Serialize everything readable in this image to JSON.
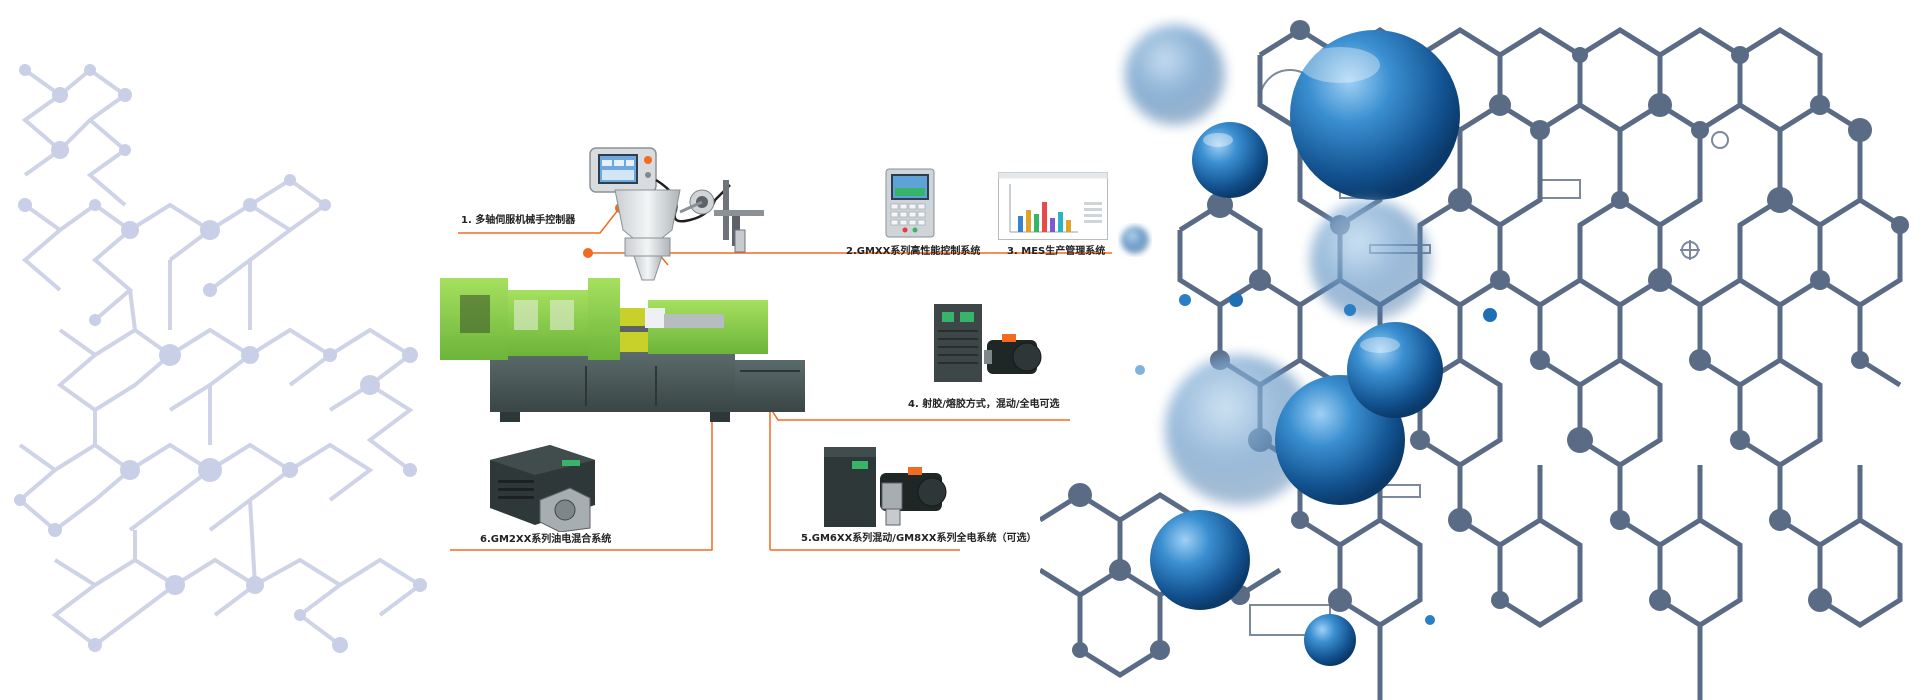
{
  "callouts": [
    {
      "id": "c1",
      "label": "1. 多轴伺服机械手控制器"
    },
    {
      "id": "c2",
      "label": "2.GMXX系列高性能控制系统"
    },
    {
      "id": "c3",
      "label": "3. MES生产管理系统"
    },
    {
      "id": "c4",
      "label": "4. 射胶/熔胶方式，混动/全电可选"
    },
    {
      "id": "c5",
      "label": "5.GM6XX系列混动/GM8XX系列全电系统（可选）"
    },
    {
      "id": "c6",
      "label": "6.GM2XX系列油电混合系统"
    }
  ],
  "theme": {
    "accent": "#f26b22",
    "machine_green": "#8fd14f",
    "machine_base": "#4a5a5a",
    "network_right": "#5a6b86",
    "network_left": "#c9cfe6",
    "sphere": "#1f6fb5"
  },
  "icons": {
    "robot_controller": "pendant-icon",
    "control_system": "hmi-panel-icon",
    "mes": "bar-chart-icon",
    "servo_drive": "servo-motor-icon",
    "hybrid_system": "hybrid-drive-icon",
    "all_electric": "all-electric-drive-icon"
  }
}
